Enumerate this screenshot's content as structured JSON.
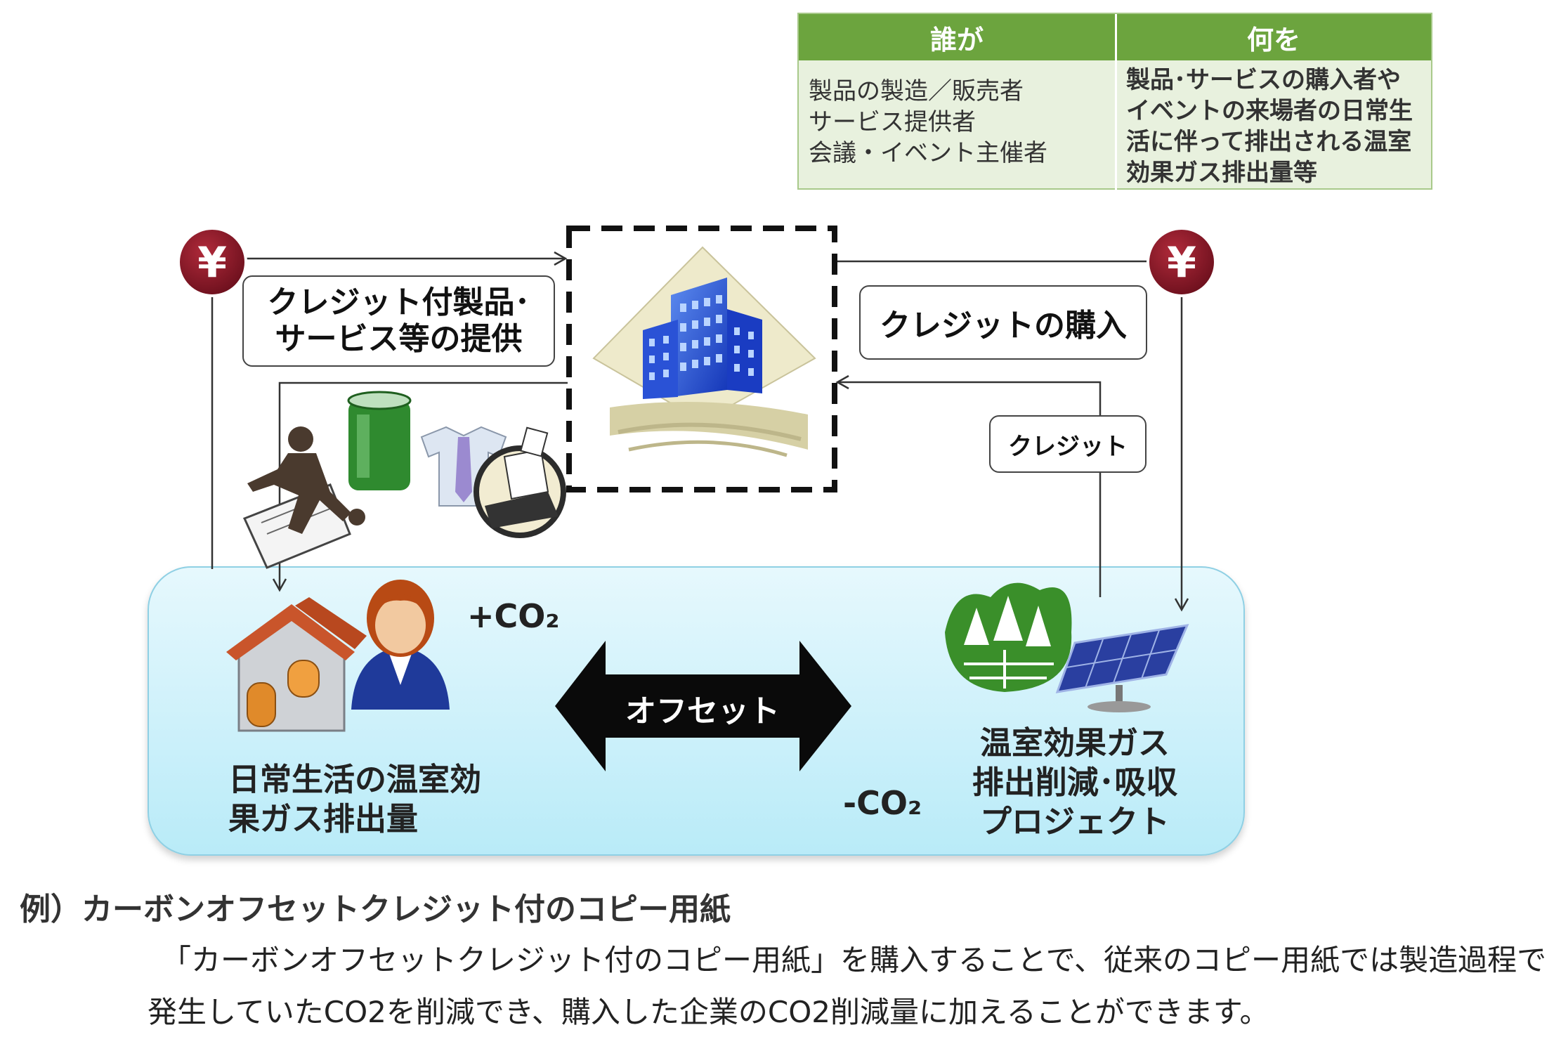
{
  "table": {
    "col1_header": "誰が",
    "col2_header": "何を",
    "col1_lines": [
      "製品の製造／販売者",
      "サービス提供者",
      "会議・イベント主催者"
    ],
    "col2_lines": [
      "製品･サービスの購入者や",
      "イベントの来場者の日常生",
      "活に伴って排出される温室",
      "効果ガス排出量等"
    ]
  },
  "diagram": {
    "yen_symbol": "¥",
    "provide_label_lines": [
      "クレジット付製品･",
      "サービス等の提供"
    ],
    "buy_label": "クレジットの購入",
    "credit_label": "クレジット",
    "life_label_lines": [
      "日常生活の温室効",
      "果ガス排出量"
    ],
    "project_label_lines": [
      "温室効果ガス",
      "排出削減･吸収",
      "プロジェクト"
    ],
    "plus_co2": "+CO₂",
    "minus_co2": "-CO₂",
    "offset_label": "オフセット"
  },
  "example": {
    "title": "例）カーボンオフセットクレジット付のコピー用紙",
    "body": "「カーボンオフセットクレジット付のコピー用紙」を購入することで、従来のコピー用紙では製造過程で発生していたCO2を削減でき、購入した企業のCO2削減量に加えることができます。"
  }
}
